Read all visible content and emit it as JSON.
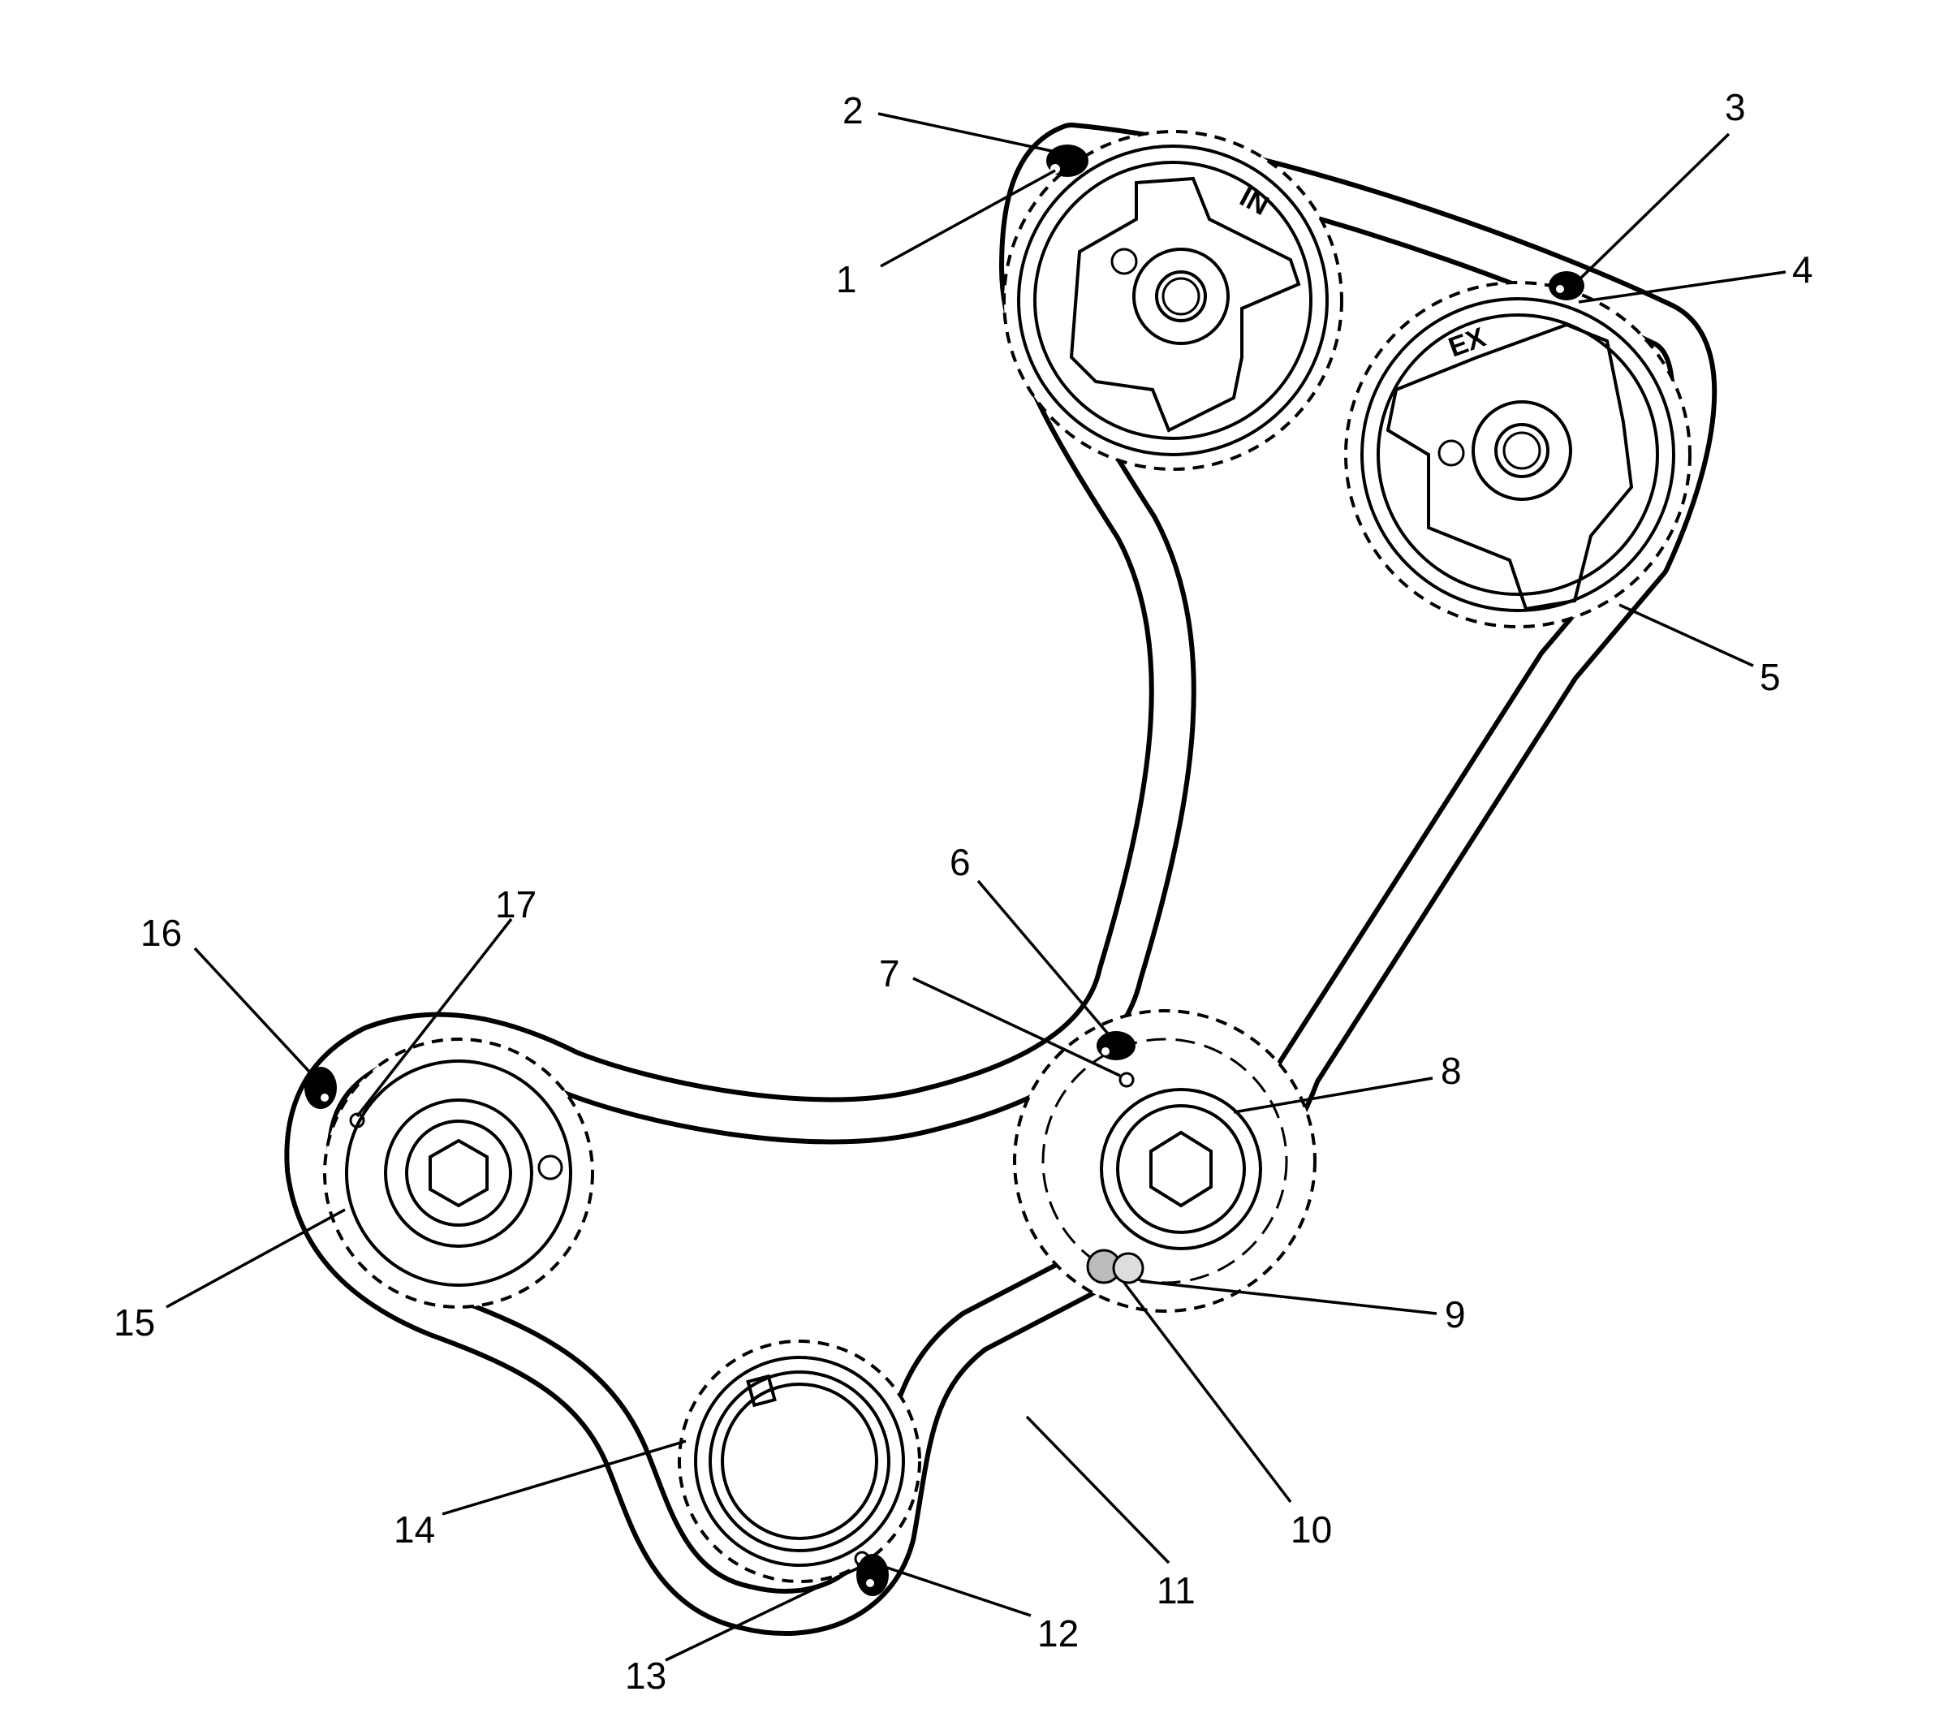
{
  "callouts": [
    {
      "id": "1",
      "label": "1"
    },
    {
      "id": "2",
      "label": "2"
    },
    {
      "id": "3",
      "label": "3"
    },
    {
      "id": "4",
      "label": "4"
    },
    {
      "id": "5",
      "label": "5"
    },
    {
      "id": "6",
      "label": "6"
    },
    {
      "id": "7",
      "label": "7"
    },
    {
      "id": "8",
      "label": "8"
    },
    {
      "id": "9",
      "label": "9"
    },
    {
      "id": "10",
      "label": "10"
    },
    {
      "id": "11",
      "label": "11"
    },
    {
      "id": "12",
      "label": "12"
    },
    {
      "id": "13",
      "label": "13"
    },
    {
      "id": "14",
      "label": "14"
    },
    {
      "id": "15",
      "label": "15"
    },
    {
      "id": "16",
      "label": "16"
    },
    {
      "id": "17",
      "label": "17"
    }
  ],
  "sprocket_stamps": {
    "intake": "IN",
    "exhaust": "EX"
  }
}
